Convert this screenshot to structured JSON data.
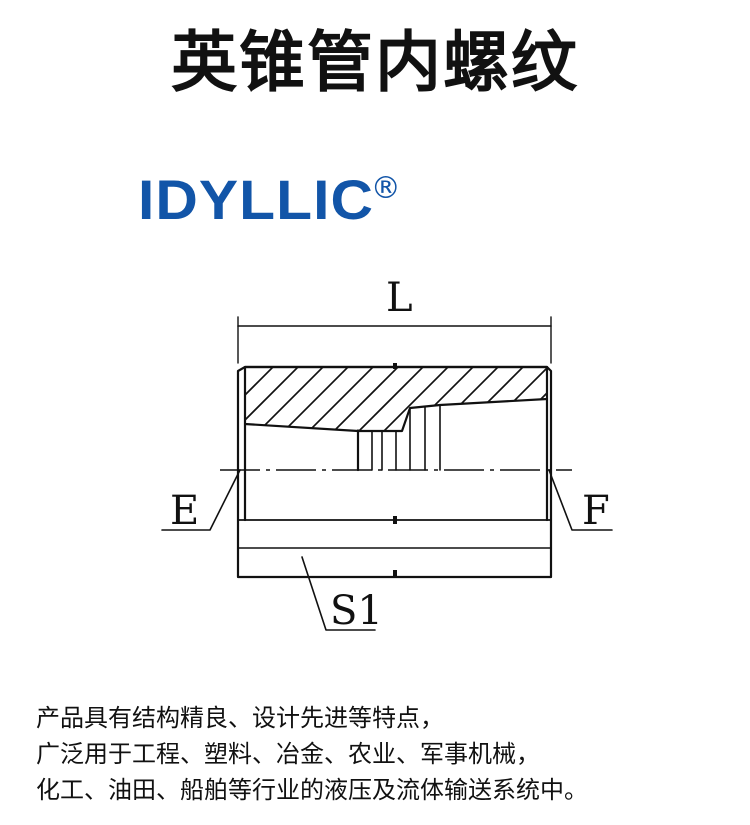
{
  "title": "英锥管内螺纹",
  "brand": {
    "name": "IDYLLIC",
    "registered_mark": "®",
    "color": "#1255a8"
  },
  "drawing": {
    "labels": {
      "length": "L",
      "thread_e": "E",
      "thread_f": "F",
      "hex": "S1"
    }
  },
  "description": {
    "lines": [
      "产品具有结构精良、设计先进等特点，",
      "广泛用于工程、塑料、冶金、农业、军事机械，",
      "化工、油田、船舶等行业的液压及流体输送系统中。"
    ]
  }
}
